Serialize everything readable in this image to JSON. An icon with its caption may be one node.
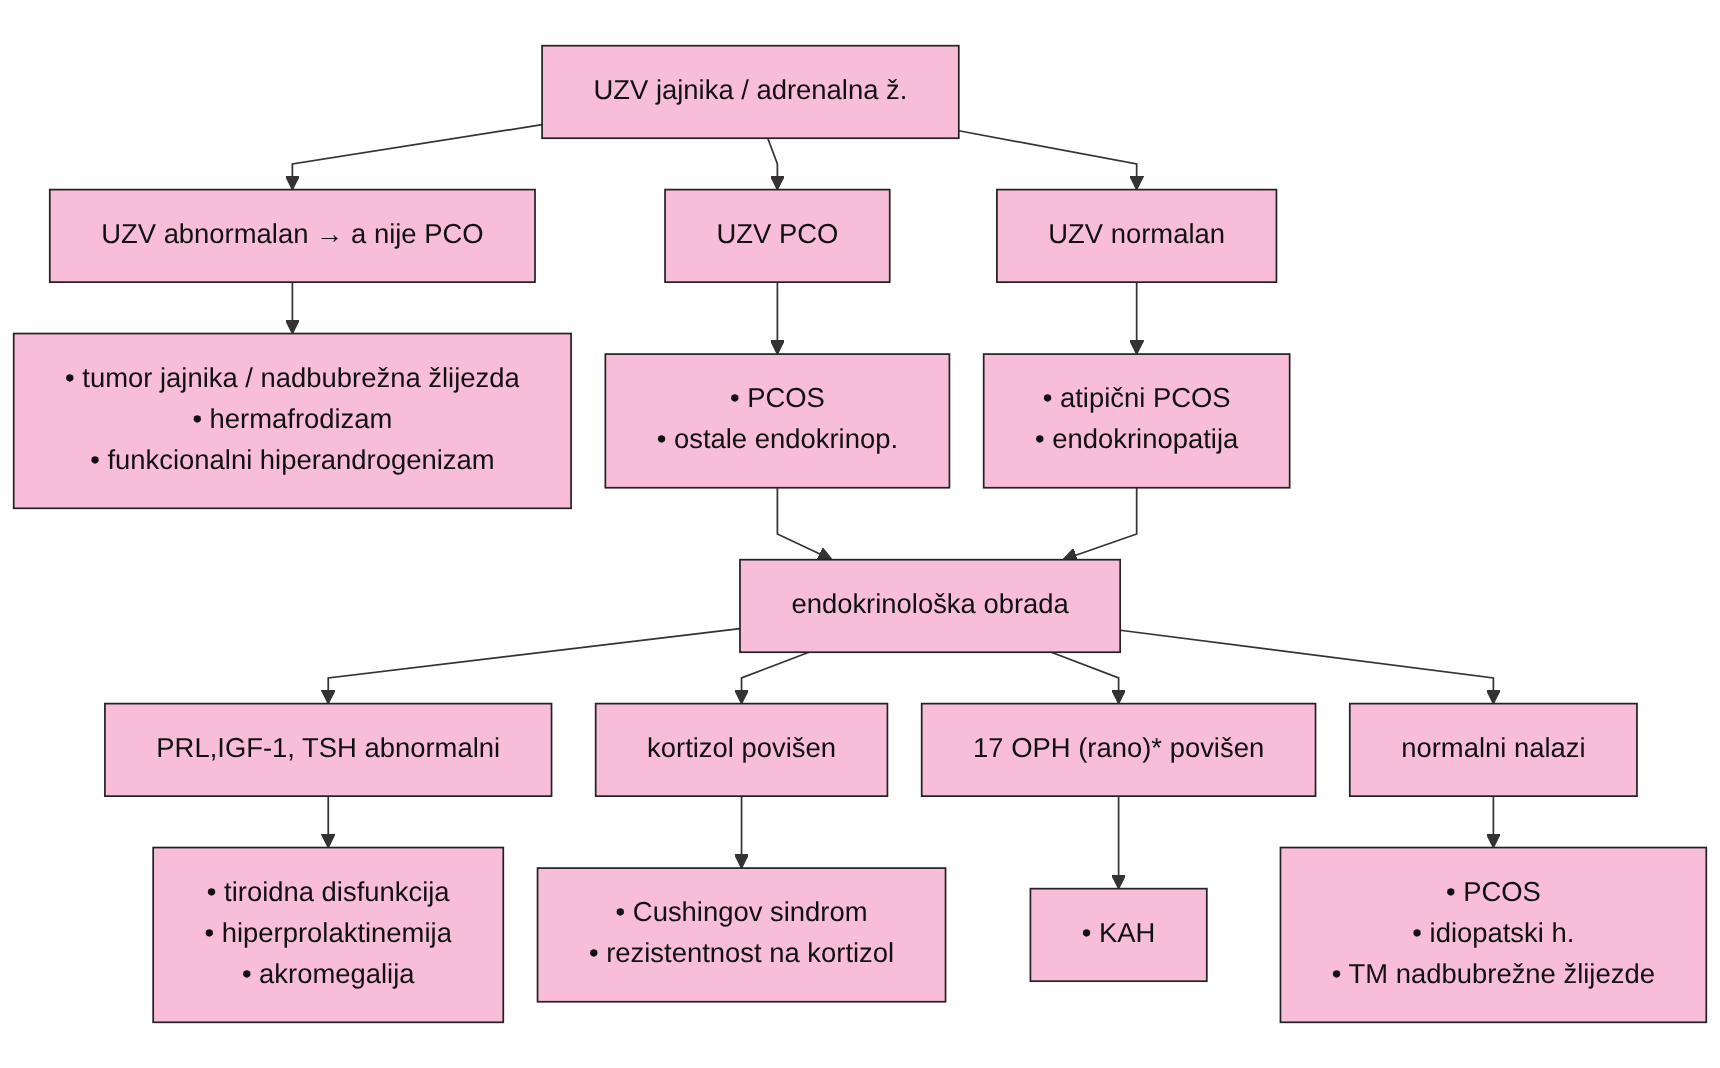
{
  "diagram": {
    "nodes": [
      {
        "text": [
          "UZV jajnika / adrenalna ž."
        ]
      },
      {
        "text": [
          "UZV abnormalan → a nije PCO"
        ]
      },
      {
        "text": [
          "UZV PCO"
        ]
      },
      {
        "text": [
          "UZV normalan"
        ]
      },
      {
        "text": [
          "• tumor jajnika / nadbubrežna žlijezda",
          "• hermafrodizam",
          "• funkcionalni hiperandrogenizam"
        ]
      },
      {
        "text": [
          "• PCOS",
          "• ostale endokrinop."
        ]
      },
      {
        "text": [
          "• atipični PCOS",
          "• endokrinopatija"
        ]
      },
      {
        "text": [
          "endokrinološka obrada"
        ]
      },
      {
        "text": [
          "PRL,IGF-1, TSH abnormalni"
        ]
      },
      {
        "text": [
          "kortizol povišen"
        ]
      },
      {
        "text": [
          "17 OPH (rano)* povišen"
        ]
      },
      {
        "text": [
          "normalni nalazi"
        ]
      },
      {
        "text": [
          "• tiroidna disfunkcija",
          "• hiperprolaktinemija",
          "• akromegalija"
        ]
      },
      {
        "text": [
          "• Cushingov sindrom",
          "• rezistentnost na kortizol"
        ]
      },
      {
        "text": [
          "• KAH"
        ]
      },
      {
        "text": [
          "• PCOS",
          "• idiopatski h.",
          "• TM nadbubrežne žlijezde"
        ]
      }
    ],
    "edges": [
      {
        "from": 0,
        "to": 1,
        "arrow": "to"
      },
      {
        "from": 0,
        "to": 2,
        "arrow": "to"
      },
      {
        "from": 0,
        "to": 3,
        "arrow": "to"
      },
      {
        "from": 1,
        "to": 4,
        "arrow": "to"
      },
      {
        "from": 2,
        "to": 5,
        "arrow": "to"
      },
      {
        "from": 3,
        "to": 6,
        "arrow": "to"
      },
      {
        "from": 5,
        "to": 7,
        "arrow": "to"
      },
      {
        "from": 6,
        "to": 7,
        "arrow": "to"
      },
      {
        "from": 7,
        "to": 8,
        "arrow": "to"
      },
      {
        "from": 7,
        "to": 9,
        "arrow": "to"
      },
      {
        "from": 7,
        "to": 10,
        "arrow": "to"
      },
      {
        "from": 7,
        "to": 11,
        "arrow": "to"
      },
      {
        "from": 8,
        "to": 12,
        "arrow": "to"
      },
      {
        "from": 9,
        "to": 13,
        "arrow": "to"
      },
      {
        "from": 10,
        "to": 14,
        "arrow": "to"
      },
      {
        "from": 11,
        "to": 15,
        "arrow": "to"
      }
    ]
  }
}
